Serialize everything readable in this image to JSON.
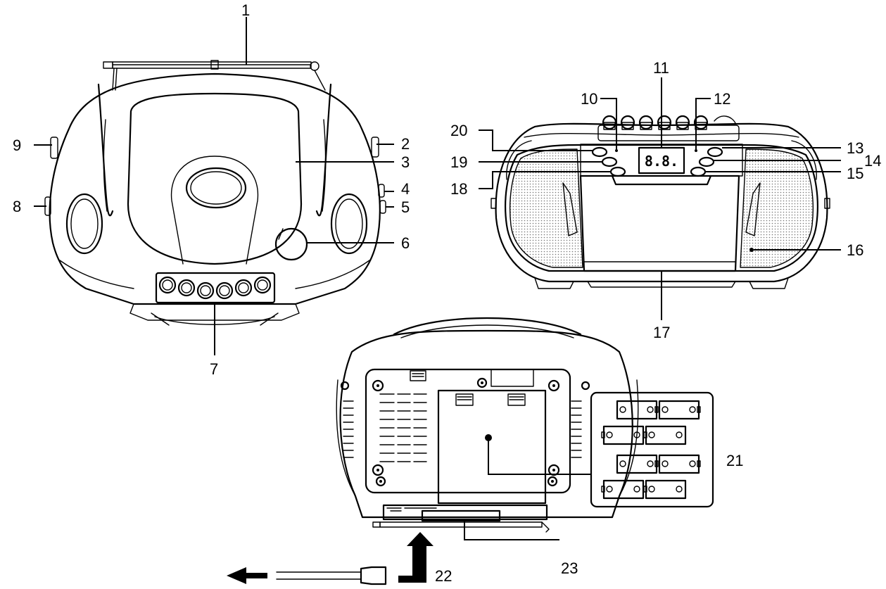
{
  "display_text": "8.8.",
  "callouts": {
    "c1": "1",
    "c2": "2",
    "c3": "3",
    "c4": "4",
    "c5": "5",
    "c6": "6",
    "c7": "7",
    "c8": "8",
    "c9": "9",
    "c10": "10",
    "c11": "11",
    "c12": "12",
    "c13": "13",
    "c14": "14",
    "c15": "15",
    "c16": "16",
    "c17": "17",
    "c18": "18",
    "c19": "19",
    "c20": "20",
    "c21": "21",
    "c22": "22",
    "c23": "23"
  }
}
